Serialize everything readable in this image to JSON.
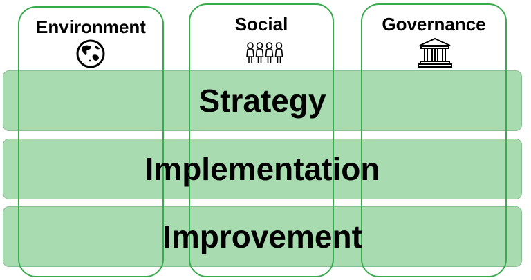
{
  "pillars": [
    {
      "title": "Environment",
      "icon": "globe-icon"
    },
    {
      "title": "Social",
      "icon": "people-icon"
    },
    {
      "title": "Governance",
      "icon": "institution-icon"
    }
  ],
  "layers": [
    {
      "label": "Strategy"
    },
    {
      "label": "Implementation"
    },
    {
      "label": "Improvement"
    }
  ],
  "colors": {
    "band_fill": "#a8dbb0",
    "pillar_border": "#3aaa4e",
    "text": "#000000"
  }
}
